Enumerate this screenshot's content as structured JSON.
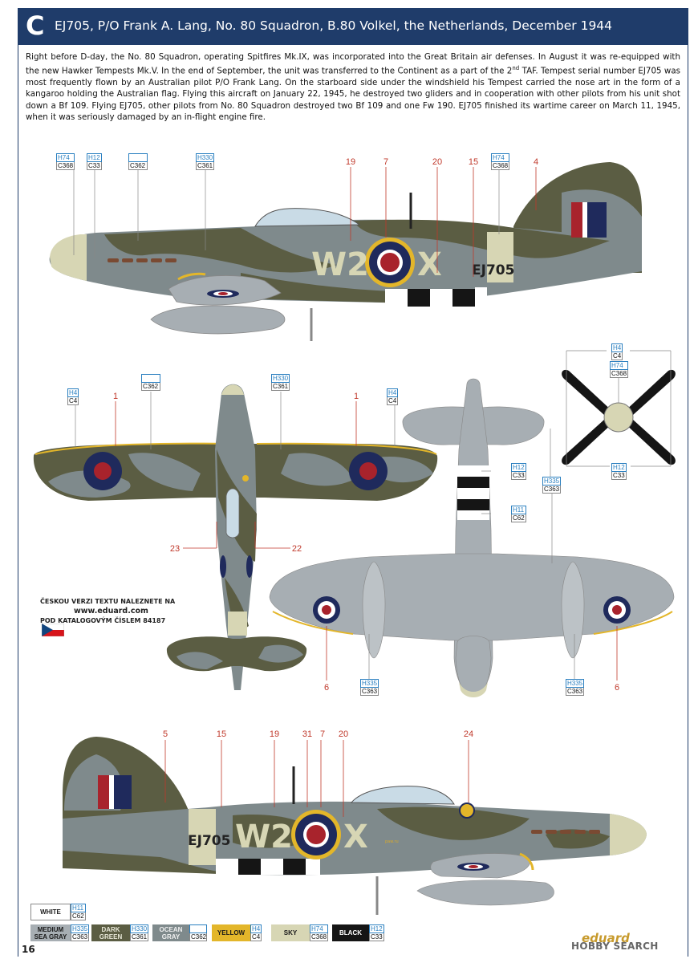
{
  "header": {
    "letter": "C",
    "title": "EJ705, P/O Frank A. Lang, No. 80 Squadron, B.80 Volkel, the Netherlands, December 1944"
  },
  "description": {
    "part1": "Right before D-day, the No. 80 Squadron, operating Spitfires Mk.IX, was incorporated into the Great Britain air defenses. In August it was re-equipped with the new Hawker Tempests Mk.V. In the end of September, the unit was transferred to the Continent as a part of the 2",
    "sup": "nd",
    "part2": " TAF. Tempest serial number EJ705 was most frequently flown by an Australian pilot P/O Frank Lang. On the starboard side under the windshield his Tempest carried the nose art in the form of a kangaroo holding the Australian flag. Flying this aircraft on January 22, 1945, he destroyed two gliders and in cooperation with other pilots from his unit shot down a Bf 109. Flying EJ705, other pilots from No. 80 Squadron destroyed two Bf 109 and one Fw 190. EJ705 finished its wartime career on March 11, 1945, when it was seriously damaged by an in-flight engine fire."
  },
  "markings": {
    "code_left": "W2",
    "code_right": "X",
    "serial": "EJ705",
    "nose_art_text": "paw.ru"
  },
  "left_profile": {
    "codes": [
      {
        "h": "H74",
        "c": "C368"
      },
      {
        "h": "H12",
        "c": "C33"
      },
      {
        "h": "",
        "c": "C362"
      },
      {
        "h": "H330",
        "c": "C361"
      },
      {
        "h": "H74",
        "c": "C368"
      }
    ],
    "callouts": [
      "19",
      "7",
      "20",
      "15",
      "4"
    ]
  },
  "top_view": {
    "codes": [
      {
        "h": "H4",
        "c": "C4"
      },
      {
        "h": "",
        "c": "C362"
      },
      {
        "h": "H330",
        "c": "C361"
      },
      {
        "h": "H4",
        "c": "C4"
      }
    ],
    "callouts": [
      "1",
      "1",
      "23",
      "22"
    ]
  },
  "bottom_view": {
    "codes": [
      {
        "h": "H12",
        "c": "C33"
      },
      {
        "h": "H335",
        "c": "C363"
      },
      {
        "h": "H11",
        "c": "C62"
      },
      {
        "h": "H335",
        "c": "C363"
      },
      {
        "h": "H335",
        "c": "C363"
      }
    ],
    "callouts": [
      "6",
      "6"
    ]
  },
  "propeller": {
    "codes": [
      {
        "h": "H4",
        "c": "C4"
      },
      {
        "h": "H74",
        "c": "C368"
      },
      {
        "h": "H12",
        "c": "C33"
      }
    ]
  },
  "right_profile": {
    "callouts": [
      "5",
      "15",
      "19",
      "31",
      "7",
      "20",
      "24"
    ]
  },
  "czech_note": {
    "line1": "ČESKOU VERZI TEXTU NALEZNETE NA",
    "url": "www.eduard.com",
    "line3": "POD KATALOGOVÝM ČÍSLEM 84187"
  },
  "paints": {
    "white": {
      "name": "WHITE",
      "h": "H11",
      "c": "C62",
      "color": "#ffffff"
    },
    "list": [
      {
        "name": "MEDIUM SEA GRAY",
        "h": "H335",
        "c": "C363",
        "color": "#a7aeb3"
      },
      {
        "name": "DARK GREEN",
        "h": "H330",
        "c": "C361",
        "color": "#5b5d43"
      },
      {
        "name": "OCEAN GRAY",
        "h": "",
        "c": "C362",
        "color": "#7f8a8c"
      },
      {
        "name": "YELLOW",
        "h": "H4",
        "c": "C4",
        "color": "#e3b62a"
      },
      {
        "name": "SKY",
        "h": "H74",
        "c": "C368",
        "color": "#d7d6b4"
      },
      {
        "name": "BLACK",
        "h": "H12",
        "c": "C33",
        "color": "#151515"
      }
    ]
  },
  "footer": {
    "page_number": "16",
    "brand": "eduard",
    "watermark": "HOBBY SEARCH"
  },
  "colors": {
    "header_bg": "#1f3c6a",
    "callout_red": "#c0392b",
    "code_blue": "#2a7fc0",
    "roundel_blue": "#1f2a5c",
    "roundel_red": "#a8232c"
  }
}
